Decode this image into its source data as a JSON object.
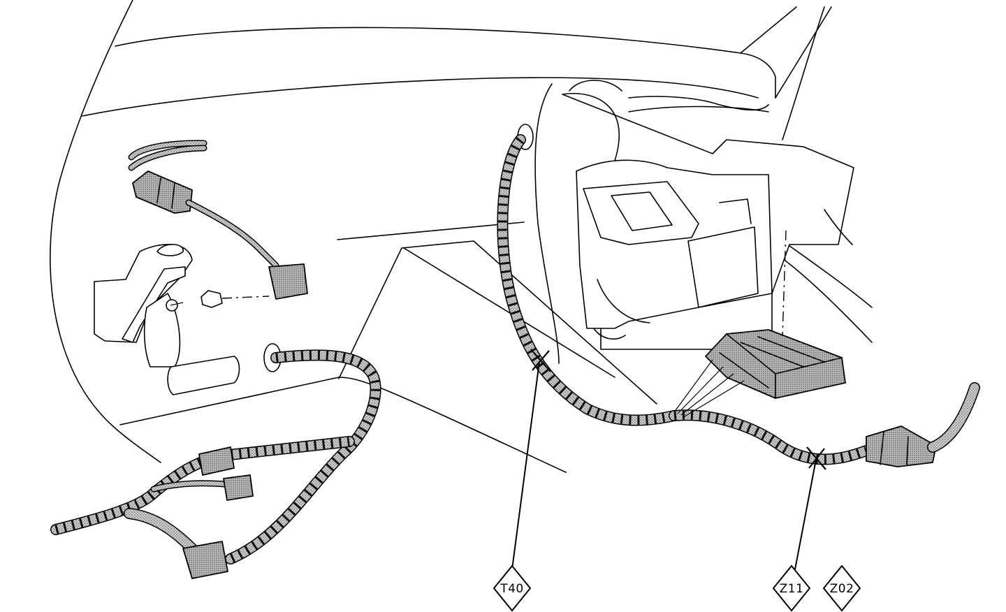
{
  "diagram": {
    "type": "wiring harness routing illustration",
    "callouts": [
      {
        "id": "t40",
        "label": "T40"
      },
      {
        "id": "z11",
        "label": "Z11"
      },
      {
        "id": "z02",
        "label": "Z02"
      }
    ]
  }
}
